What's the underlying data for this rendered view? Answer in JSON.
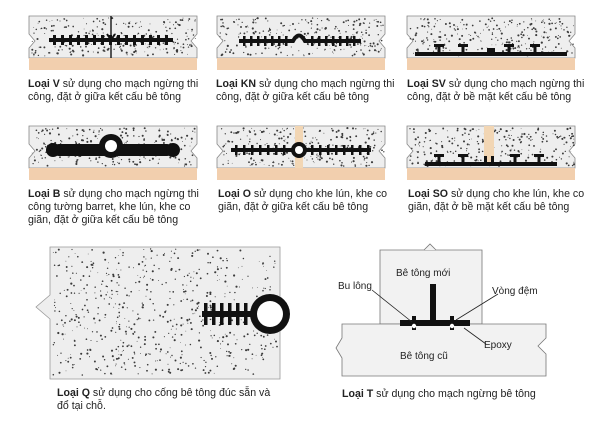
{
  "colors": {
    "concrete": "#eeeeee",
    "speck": "#3a3a3a",
    "base": "#f2cfae",
    "waterstop": "#111111",
    "filler": "#f2d6b4"
  },
  "items": [
    {
      "code": "Loại V",
      "desc": " sử dụng cho mạch ngừng thi công, đặt ở giữa kết cấu bê tông"
    },
    {
      "code": "Loại KN",
      "desc": " sử dụng cho mạch ngừng thi công, đặt ở giữa kết cấu bê tông"
    },
    {
      "code": "Loại SV",
      "desc": " sử dụng cho mạch ngừng thi công, đặt ở bề mặt kết cấu bê tông"
    },
    {
      "code": "Loại B",
      "desc": " sử dụng cho mạch ngừng thi công tường barret, khe lún, khe co giãn, đặt ở giữa kết cấu bê tông"
    },
    {
      "code": "Loại O",
      "desc": " sử dụng cho khe lún, khe co giãn, đặt ở giữa kết cấu bê tông"
    },
    {
      "code": "Loại SO",
      "desc": " sử dụng cho khe lún, khe co giãn, đặt ở bề mặt kết cấu bê tông"
    },
    {
      "code": "Loại Q",
      "desc": " sử dụng cho cống bê tông đúc sẵn và đổ tại chỗ."
    },
    {
      "code": "Loại T",
      "desc": " sử dụng cho mạch ngừng bê tông"
    }
  ],
  "t_diagram": {
    "new_concrete": "Bê tông mới",
    "old_concrete": "Bê tông cũ",
    "bolt": "Bu lông",
    "washer": "Vòng đệm",
    "epoxy": "Epoxy"
  }
}
